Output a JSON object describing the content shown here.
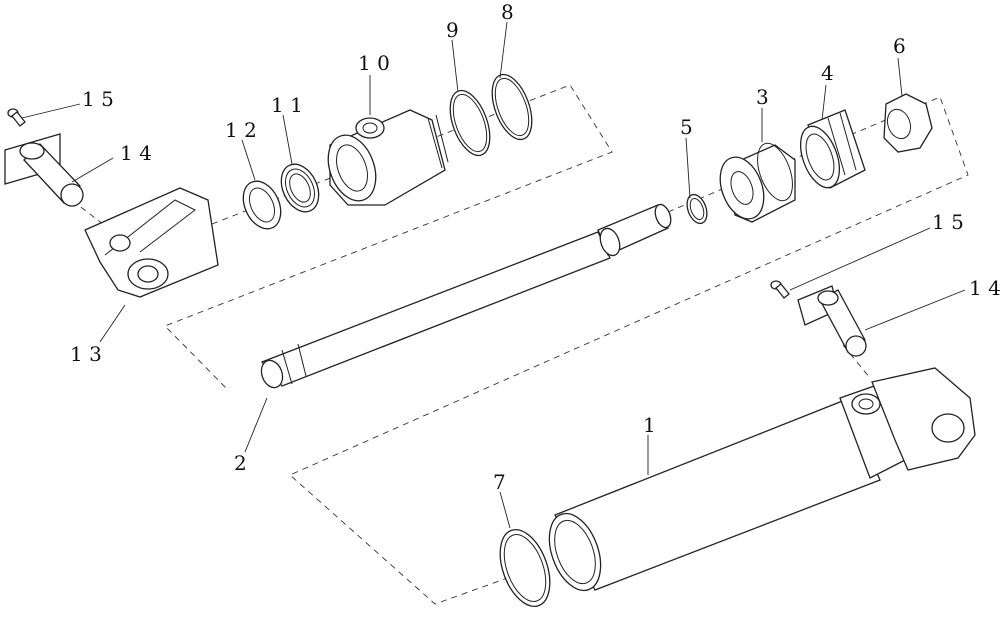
{
  "callouts": {
    "c1": "1",
    "c2": "2",
    "c3": "3",
    "c4": "4",
    "c5": "5",
    "c6": "6",
    "c7": "7",
    "c8": "8",
    "c9": "9",
    "c10": "1 0",
    "c11": "1 1",
    "c12": "1 2",
    "c13": "1 3",
    "c14a": "1 4",
    "c14b": "1 4",
    "c15a": "1 5",
    "c15b": "1 5"
  }
}
